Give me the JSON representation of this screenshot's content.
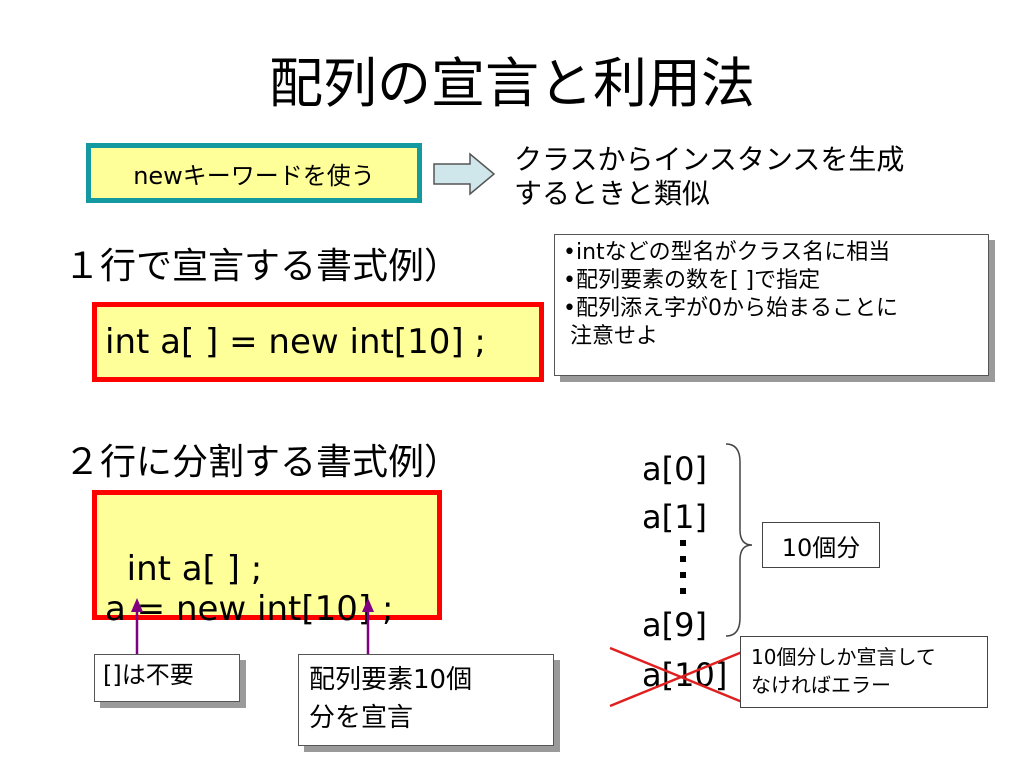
{
  "slide": {
    "title": "配列の宣言と利用法",
    "keyword_box": "newキーワードを使う",
    "analogy": "クラスからインスタンスを生成\nするときと類似",
    "heading_one_line": "１行で宣言する書式例）",
    "code_one_line": "int a[ ] = new int[10] ;",
    "note_one_line": "•intなどの型名がクラス名に相当\n•配列要素の数を[ ]で指定\n•配列添え字が0から始まることに\n 注意せよ",
    "heading_two_lines": "２行に分割する書式例）",
    "code_two_lines": "int a[ ] ;\na = new int[10] ;",
    "label_brackets": "[]は不要",
    "label_declare": "配列要素10個\n分を宣言",
    "array_first": [
      "a[0]",
      "a[1]"
    ],
    "array_last": "a[9]",
    "array_invalid": "a[10]",
    "count_label": "10個分",
    "error_note": "10個分しか宣言して\nなければエラー"
  },
  "colors": {
    "keyword_border": "#13999f",
    "box_fill": "#ffff99",
    "code_border": "#ff0000",
    "pointer_line": "#800080"
  }
}
